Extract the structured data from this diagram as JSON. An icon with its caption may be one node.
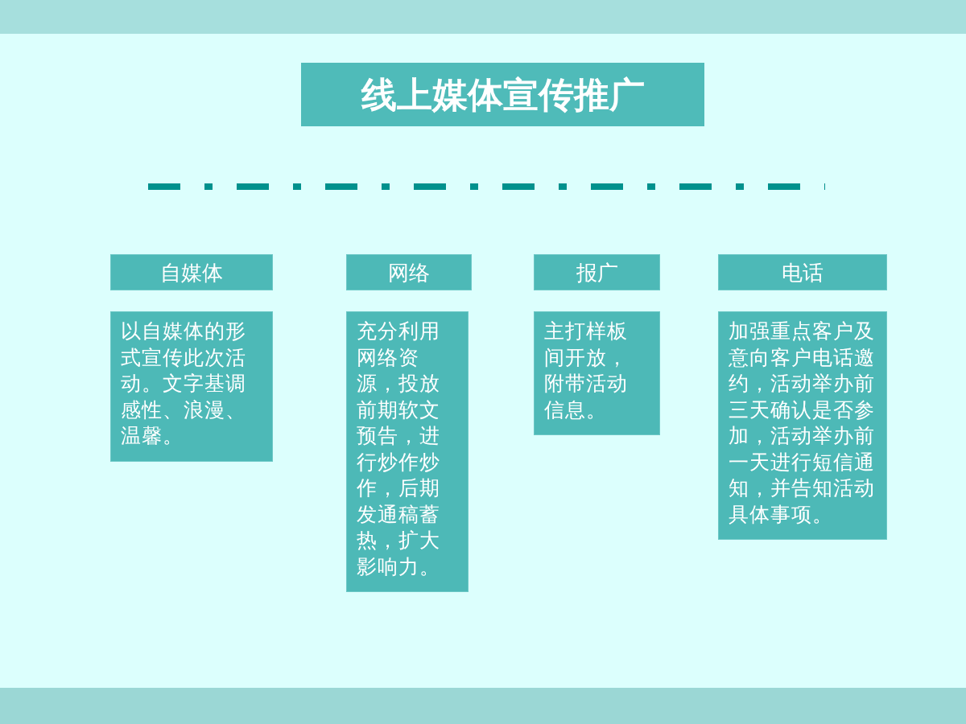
{
  "diagram": {
    "title": "线上媒体宣传推广",
    "nodes": [
      {
        "text": [
          "自媒体"
        ]
      },
      {
        "text": [
          "以自媒体的形式宣传此次活动。文字基调感性、浪漫、温馨。"
        ]
      },
      {
        "text": [
          "网络"
        ]
      },
      {
        "text": [
          "充分利用网络资源，投放前期软文预告，进行炒作炒作，后期发通稿蓄热，扩大影响力。"
        ]
      },
      {
        "text": [
          "报广"
        ]
      },
      {
        "text": [
          "主打样板间开放，附带活动信息。"
        ]
      },
      {
        "text": [
          "电话"
        ]
      },
      {
        "text": [
          "加强重点客户及意向客户电话邀约，活动举办前三天确认是否参加，活动举办前一天进行短信通知，并告知活动具体事项。"
        ]
      }
    ]
  }
}
